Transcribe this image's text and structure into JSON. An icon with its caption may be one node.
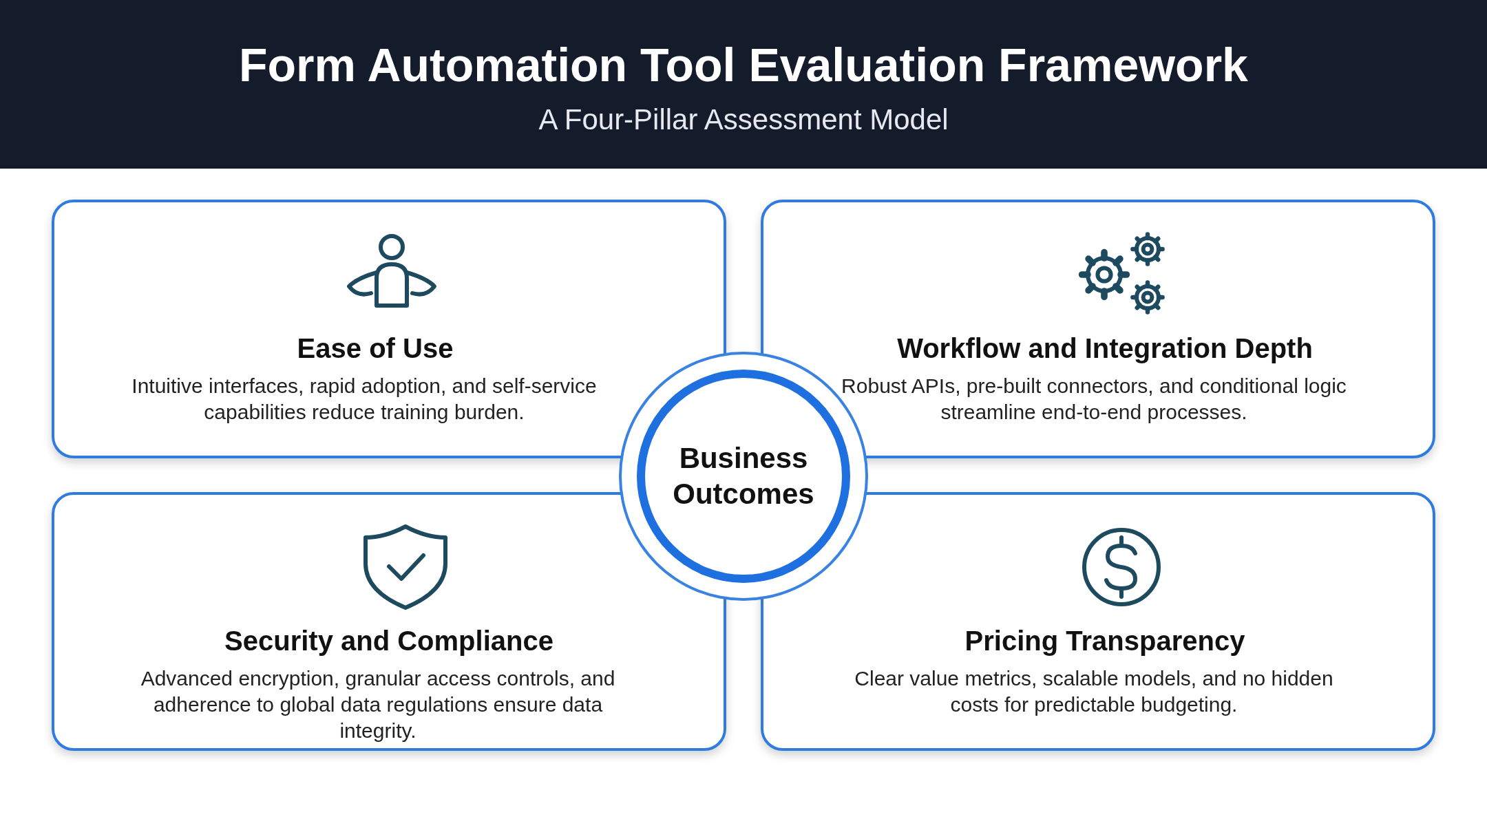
{
  "diagram": {
    "title": "Form Automation Tool Evaluation Framework",
    "nodes": [
      {
        "text": [
          "Ease of Use",
          "Intuitive interfaces, rapid adoption, and self-service capabilities reduce training burden."
        ]
      },
      {
        "text": [
          "Workflow and Integration Depth",
          "Robust APIs, pre-built connectors, and conditional logic streamline end-to-end processes."
        ]
      },
      {
        "text": [
          "Business Outcomes"
        ]
      },
      {
        "text": [
          "Security and Compliance",
          "Advanced encryption, granular access controls, and adherence to global data regulations ensure data integrity."
        ]
      },
      {
        "text": [
          "Pricing Transparency",
          "Clear value metrics, scalable models, and no hidden costs for predictable budgeting."
        ]
      }
    ],
    "labels": [
      "A Four-Pillar Assessment Model"
    ]
  }
}
